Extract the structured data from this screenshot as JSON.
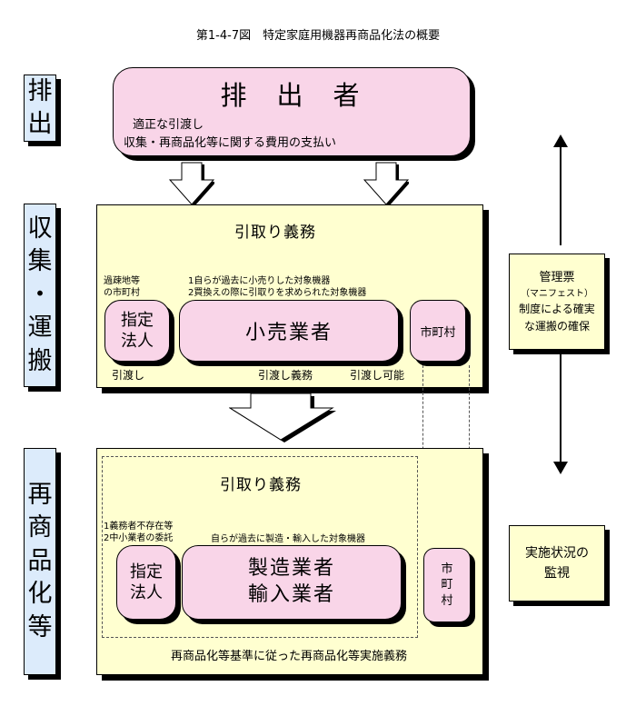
{
  "title": "第1-4-7図　特定家庭用機器再商品化法の概要",
  "stages": {
    "emission": [
      "排",
      "出"
    ],
    "collection": [
      "収",
      "集",
      "・",
      "運",
      "搬"
    ],
    "recycling": [
      "再",
      "商",
      "品",
      "化",
      "等"
    ]
  },
  "emitter": {
    "title": "排　出　者",
    "line1": "適正な引渡し",
    "line2": "収集・再商品化等に関する費用の支払い"
  },
  "collection": {
    "heading": "引取り義務",
    "designated_note": [
      "過疎地等",
      "の市町村"
    ],
    "retailer_note": [
      "1自らが過去に小売りした対象機器",
      "2買換えの際に引取りを求められた対象機器"
    ],
    "designated_box": [
      "指定",
      "法人"
    ],
    "retailer_box": "小売業者",
    "municipality_box": "市町村",
    "label_handover": "引渡し",
    "label_handover_duty": "引渡し義務",
    "label_handover_possible": "引渡し可能"
  },
  "recycling": {
    "heading": "引取り義務",
    "designated_note": [
      "1義務者不存在等",
      "2中小業者の委託"
    ],
    "manufacturer_note": "自らが過去に製造・輸入した対象機器",
    "designated_box": [
      "指定",
      "法人"
    ],
    "manufacturer_box": [
      "製造業者",
      "輸入業者"
    ],
    "municipality_box": [
      "市",
      "町",
      "村"
    ],
    "footer": "再商品化等基準に従った再商品化等実施義務"
  },
  "side": {
    "manifest": [
      "管理票",
      "（マニフェスト）",
      "制度による確実",
      "な運搬の確保"
    ],
    "monitoring": [
      "実施状況の",
      "監視"
    ]
  }
}
